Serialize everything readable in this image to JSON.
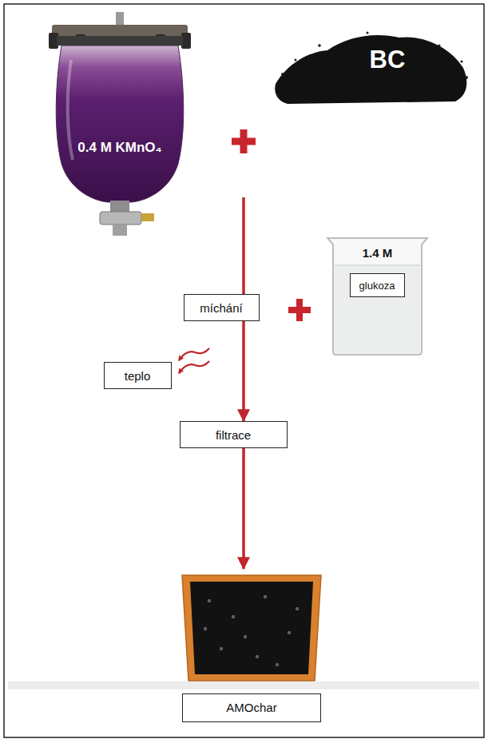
{
  "diagram": {
    "nodes": [
      {
        "text": [
          "0.4 M KMnO₄"
        ]
      },
      {
        "text": [
          "BC"
        ]
      },
      {
        "text": [
          "míchání"
        ]
      },
      {
        "text": [
          "1.4 M"
        ]
      },
      {
        "text": [
          "glukoza"
        ],
        "in": 3
      },
      {
        "text": [
          "teplo"
        ]
      },
      {
        "text": [
          "filtrace"
        ]
      },
      {
        "text": [
          "AMOchar"
        ]
      }
    ],
    "edges": [
      {
        "from": 2,
        "to": 6,
        "arrow": "to"
      },
      {
        "from": 6,
        "to": 7,
        "arrow": "to"
      }
    ]
  }
}
